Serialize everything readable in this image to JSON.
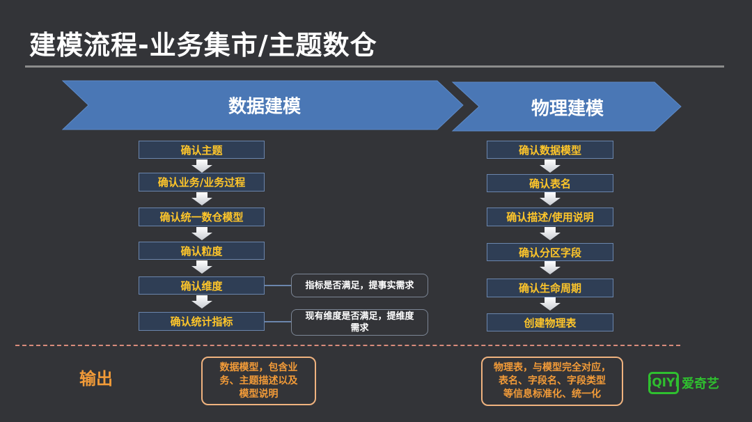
{
  "title": "建模流程-业务集市/主题数仓",
  "stages": {
    "left": "数据建模",
    "right": "物理建模"
  },
  "left_steps": [
    "确认主题",
    "确认业务/业务过程",
    "确认统一数仓模型",
    "确认粒度",
    "确认维度",
    "确认统计指标"
  ],
  "right_steps": [
    "确认数据模型",
    "确认表名",
    "确认描述/使用说明",
    "确认分区字段",
    "确认生命周期",
    "创建物理表"
  ],
  "notes": {
    "dimension": "指标是否满足，提事实需求",
    "metric_line1": "现有维度是否满足，提维度",
    "metric_line2": "需求"
  },
  "output": {
    "label": "输出",
    "left_lines": [
      "数据模型，包含业",
      "务、主题描述以及",
      "模型说明"
    ],
    "right_lines": [
      "物理表，与模型完全对应，",
      "表名、字段名、字段类型",
      "等信息标准化、统一化"
    ]
  },
  "logo": {
    "mark": "iQIYI",
    "text": "爱奇艺"
  },
  "colors": {
    "background": "#333438",
    "chevron": "#4a77b5",
    "step_text": "#ffc62a",
    "output_text": "#f29b38",
    "logo": "#2fbf2f"
  }
}
